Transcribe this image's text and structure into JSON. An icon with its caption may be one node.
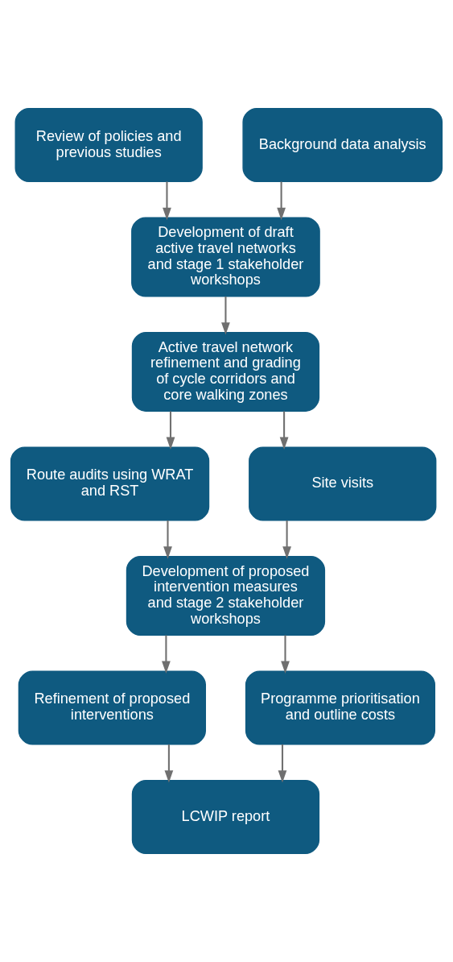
{
  "diagram": {
    "nodes": [
      {
        "text": [
          "Review of policies and previous studies"
        ]
      },
      {
        "text": [
          "Background data analysis"
        ]
      },
      {
        "text": [
          "Development of draft active travel networks and stage 1 stakeholder workshops"
        ]
      },
      {
        "text": [
          "Active travel network refinement and grading of cycle corridors and core walking zones"
        ]
      },
      {
        "text": [
          "Route audits using WRAT and RST"
        ]
      },
      {
        "text": [
          "Site visits"
        ]
      },
      {
        "text": [
          "Development of proposed intervention measures and stage 2 stakeholder workshops"
        ]
      },
      {
        "text": [
          "Refinement of proposed interventions"
        ]
      },
      {
        "text": [
          "Programme prioritisation and outline costs"
        ]
      },
      {
        "text": [
          "LCWIP report"
        ]
      }
    ],
    "edges": [
      {
        "from": 0,
        "to": 2,
        "arrow": "to"
      },
      {
        "from": 1,
        "to": 2,
        "arrow": "to"
      },
      {
        "from": 2,
        "to": 3,
        "arrow": "to"
      },
      {
        "from": 3,
        "to": 4,
        "arrow": "to"
      },
      {
        "from": 3,
        "to": 5,
        "arrow": "to"
      },
      {
        "from": 4,
        "to": 6,
        "arrow": "to"
      },
      {
        "from": 5,
        "to": 6,
        "arrow": "to"
      },
      {
        "from": 6,
        "to": 7,
        "arrow": "to"
      },
      {
        "from": 6,
        "to": 8,
        "arrow": "to"
      },
      {
        "from": 7,
        "to": 9,
        "arrow": "to"
      },
      {
        "from": 8,
        "to": 9,
        "arrow": "to"
      }
    ]
  }
}
